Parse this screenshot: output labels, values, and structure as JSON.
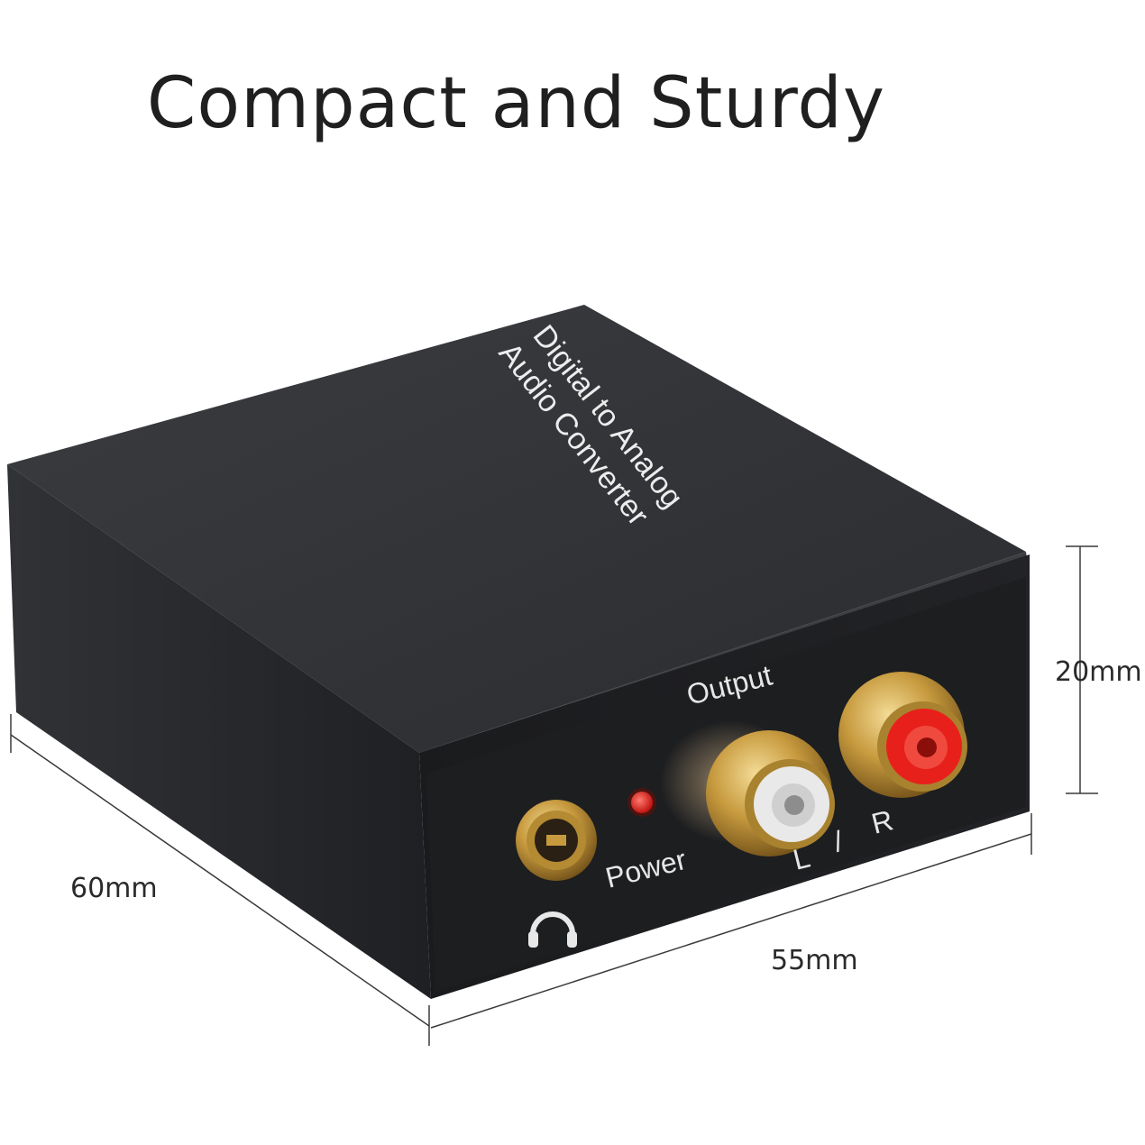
{
  "headline": "Compact and Sturdy",
  "device": {
    "top_label_line1": "Digital to Analog",
    "top_label_line2": "Audio Converter",
    "output_label": "Output",
    "power_label": "Power",
    "channel_left": "L",
    "channel_sep": "/",
    "channel_right": "R"
  },
  "dimensions": {
    "height": "20mm",
    "depth": "60mm",
    "width": "55mm"
  },
  "icons": {
    "headphone": "headphone-icon"
  },
  "colors": {
    "body": "#2b2d30",
    "gold": "#c9a24a",
    "red_led": "#e0281e",
    "rca_red": "#e8201c",
    "rca_white": "#e9e9e9"
  }
}
